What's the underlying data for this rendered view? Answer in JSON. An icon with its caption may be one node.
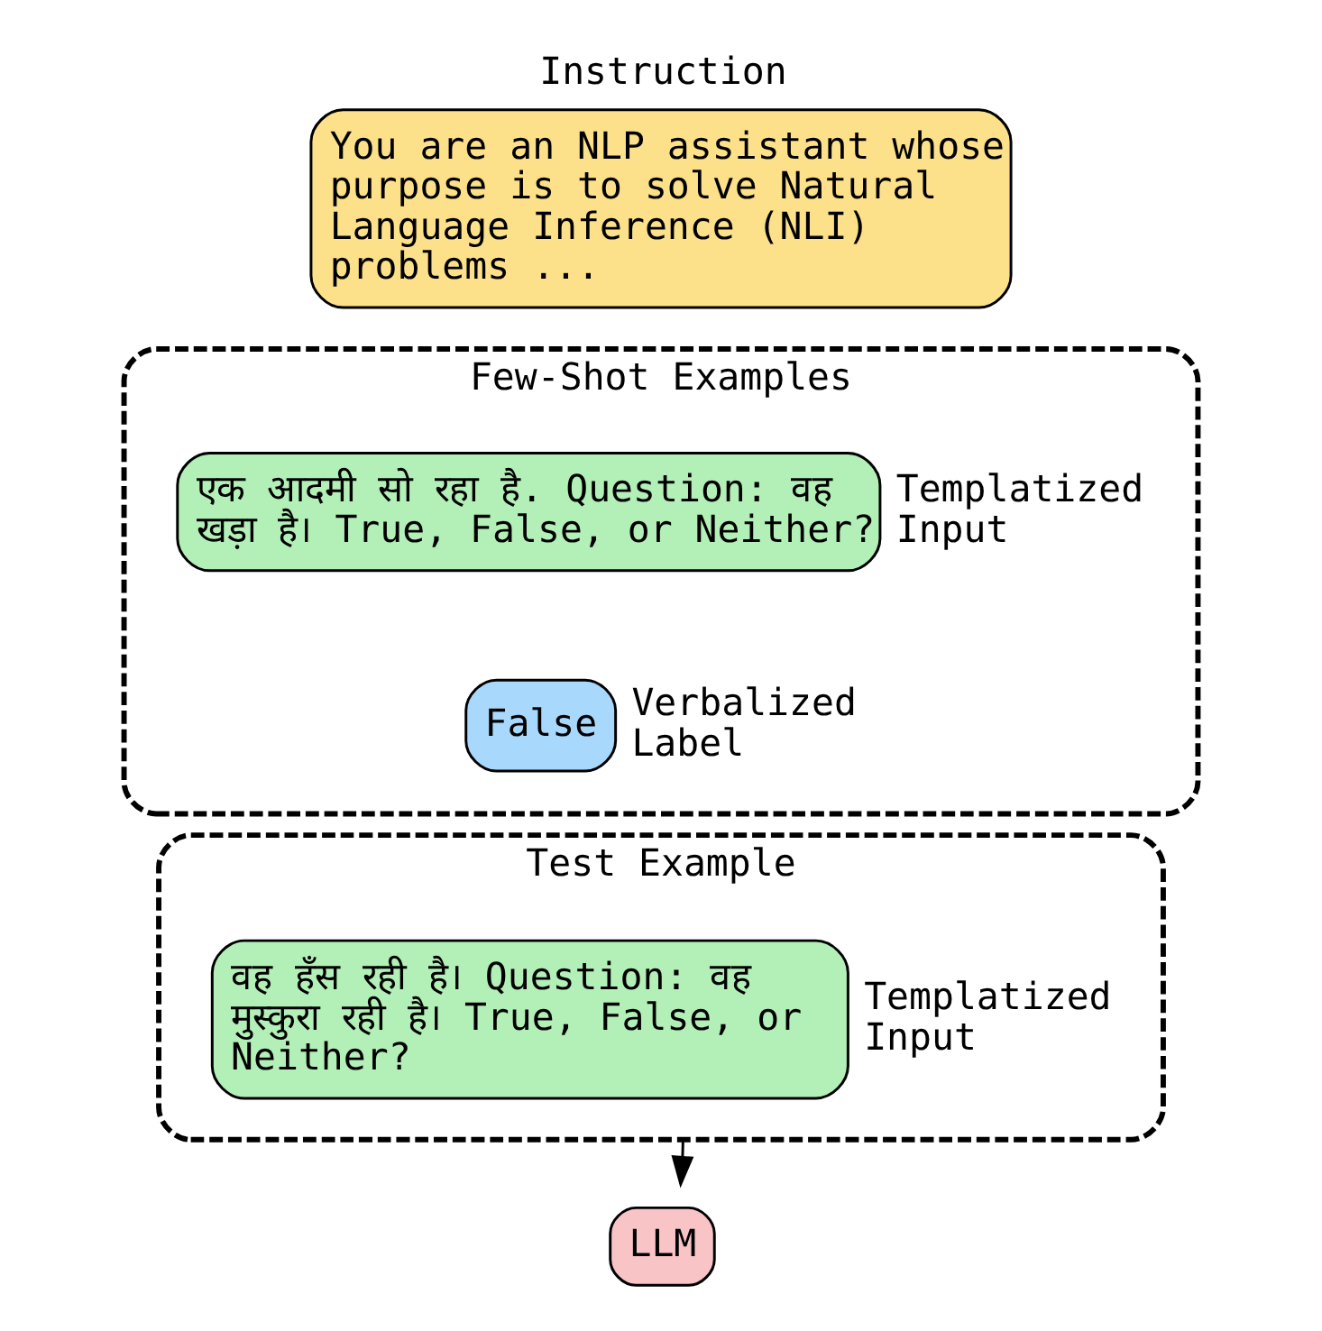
{
  "diagram": {
    "nodes": [
      {
        "text": [
          "Instruction",
          "You are an NLP assistant whose purpose is to solve Natural Language Inference (NLI) problems ..."
        ]
      },
      {
        "text": [
          "Few-Shot Examples"
        ]
      },
      {
        "text": [
          "एक आदमी सो रहा है. Question: वह खड़ा है। True, False, or Neither?"
        ],
        "in": 1,
        "beside": [
          "Templatized Input"
        ]
      },
      {
        "text": [
          "False"
        ],
        "in": 1,
        "beside": [
          "Verbalized Label"
        ]
      },
      {
        "text": [
          "Test Example"
        ]
      },
      {
        "text": [
          "वह हँस रही है। Question: वह मुस्कुरा रही है। True, False, or Neither?"
        ],
        "in": 4,
        "beside": [
          "Templatized Input"
        ]
      },
      {
        "text": [
          "LLM"
        ]
      }
    ],
    "edges": [
      {
        "from": 4,
        "to": 6,
        "arrow": "to"
      }
    ]
  }
}
